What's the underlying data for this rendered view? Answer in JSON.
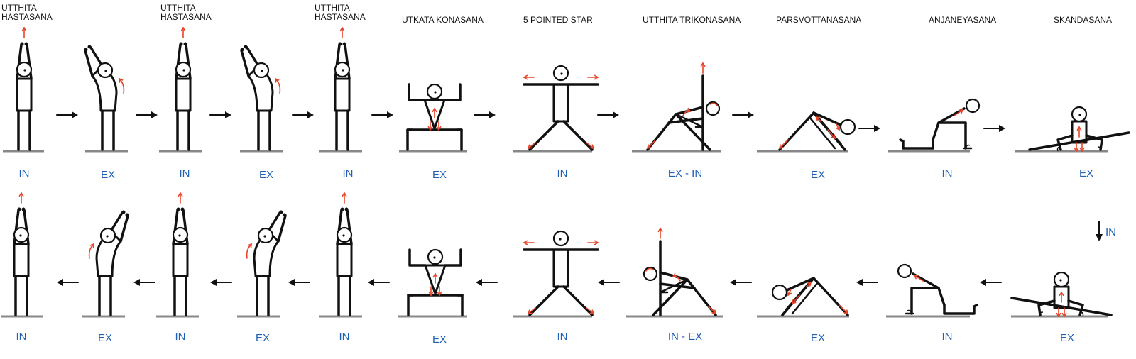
{
  "top_row": [
    {
      "title": "UTTHITA\nHASTASANA",
      "breath": "IN",
      "figure": "standing-arms-up-figure"
    },
    {
      "title": "",
      "breath": "EX",
      "figure": "side-bend-figure"
    },
    {
      "title": "UTTHITA\nHASTASANA",
      "breath": "IN",
      "figure": "standing-arms-up-figure"
    },
    {
      "title": "",
      "breath": "EX",
      "figure": "side-bend-figure"
    },
    {
      "title": "UTTHITA\nHASTASANA",
      "breath": "IN",
      "figure": "standing-arms-up-figure"
    },
    {
      "title": "UTKATA KONASANA",
      "breath": "EX",
      "figure": "goddess-squat-figure"
    },
    {
      "title": "5 POINTED STAR",
      "breath": "IN",
      "figure": "star-pose-figure"
    },
    {
      "title": "UTTHITA TRIKONASANA",
      "breath": "EX - IN",
      "figure": "triangle-pose-figure"
    },
    {
      "title": "PARSVOTTANASANA",
      "breath": "EX",
      "figure": "pyramid-pose-figure"
    },
    {
      "title": "ANJANEYASANA",
      "breath": "IN",
      "figure": "low-lunge-figure"
    },
    {
      "title": "SKANDASANA",
      "breath": "EX",
      "figure": "side-lunge-figure"
    }
  ],
  "bottom_row": [
    {
      "breath": "IN",
      "figure": "standing-arms-up-figure"
    },
    {
      "breath": "EX",
      "figure": "side-bend-figure"
    },
    {
      "breath": "IN",
      "figure": "standing-arms-up-figure"
    },
    {
      "breath": "EX",
      "figure": "side-bend-figure"
    },
    {
      "breath": "IN",
      "figure": "standing-arms-up-figure"
    },
    {
      "breath": "EX",
      "figure": "goddess-squat-figure"
    },
    {
      "breath": "IN",
      "figure": "star-pose-figure"
    },
    {
      "breath": "IN - EX",
      "figure": "triangle-pose-figure"
    },
    {
      "breath": "EX",
      "figure": "pyramid-pose-figure"
    },
    {
      "breath": "IN",
      "figure": "low-lunge-figure"
    },
    {
      "breath": "EX",
      "figure": "side-lunge-figure"
    }
  ],
  "transition": {
    "label": "IN",
    "icon": "arrow-down-icon"
  },
  "colors": {
    "figure": "#111111",
    "ground": "#888888",
    "cue_arrow": "#e8442a",
    "breath_text": "#1f5fb4"
  },
  "icons": {
    "flow_arrow_right": "arrow-right-icon",
    "flow_arrow_left": "arrow-left-icon"
  }
}
